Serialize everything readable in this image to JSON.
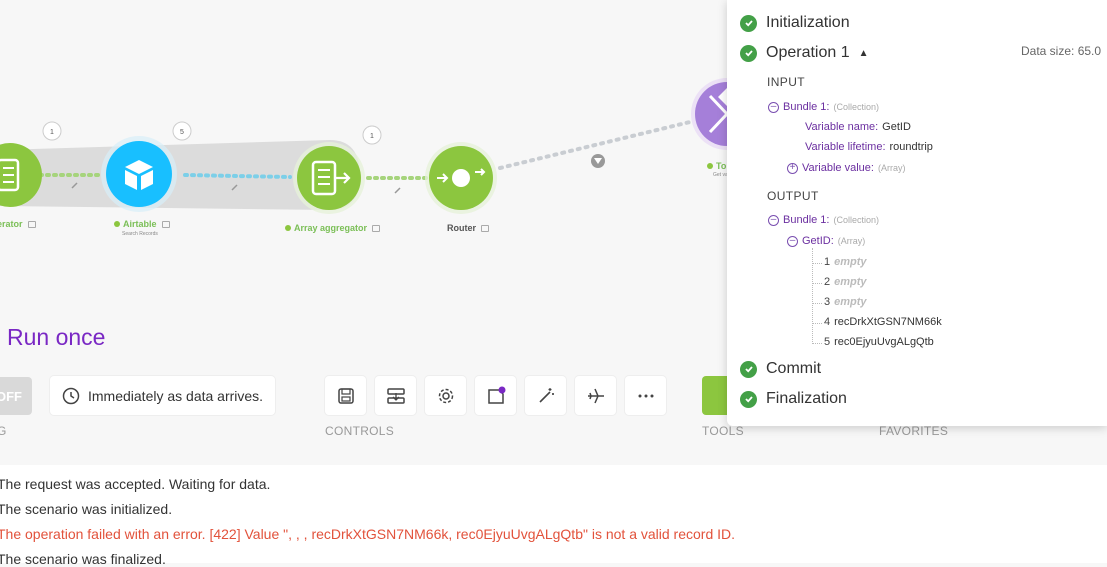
{
  "canvas": {
    "modules": {
      "iterator_label": "erator",
      "airtable_label": "Airtable",
      "airtable_sub": "Search Records",
      "aggregator_label": "Array aggregator",
      "router_label": "Router",
      "tools_label": "To",
      "tools_sub": "Get va"
    },
    "bubbles": [
      "1",
      "5",
      "1"
    ],
    "run_once": "Run once"
  },
  "toolbar": {
    "off_label": "OFF",
    "schedule_text": "Immediately as data arrives.",
    "controls_label": "CONTROLS",
    "tools_label": "TOOLS",
    "favorites_label": "FAVORITES",
    "scheduling_label_fragment": "G"
  },
  "log": {
    "lines": [
      "The request was accepted. Waiting for data.",
      "The scenario was initialized.",
      "The operation failed with an error. [422] Value \", , , recDrkXtGSN7NM66k, rec0EjyuUvgALgQtb\" is not a valid record ID.",
      "The scenario was finalized."
    ]
  },
  "panel": {
    "initialization": "Initialization",
    "operation": "Operation 1",
    "data_size": "Data size: 65.0",
    "input_label": "INPUT",
    "output_label": "OUTPUT",
    "input_bundle": "Bundle 1:",
    "collection": "(Collection)",
    "array": "(Array)",
    "var_name_key": "Variable name:",
    "var_name_val": "GetID",
    "var_life_key": "Variable lifetime:",
    "var_life_val": "roundtrip",
    "var_value_key": "Variable value:",
    "output_bundle": "Bundle 1:",
    "getid_key": "GetID:",
    "items": [
      {
        "n": "1",
        "v": "empty"
      },
      {
        "n": "2",
        "v": "empty"
      },
      {
        "n": "3",
        "v": "empty"
      },
      {
        "n": "4",
        "v": "recDrkXtGSN7NM66k"
      },
      {
        "n": "5",
        "v": "rec0EjyuUvgALgQtb"
      }
    ],
    "commit": "Commit",
    "finalization": "Finalization"
  },
  "colors": {
    "green": "#8cc63f",
    "airtable": "#18bfff",
    "purple": "#7a28c4",
    "error": "#e2523b"
  }
}
